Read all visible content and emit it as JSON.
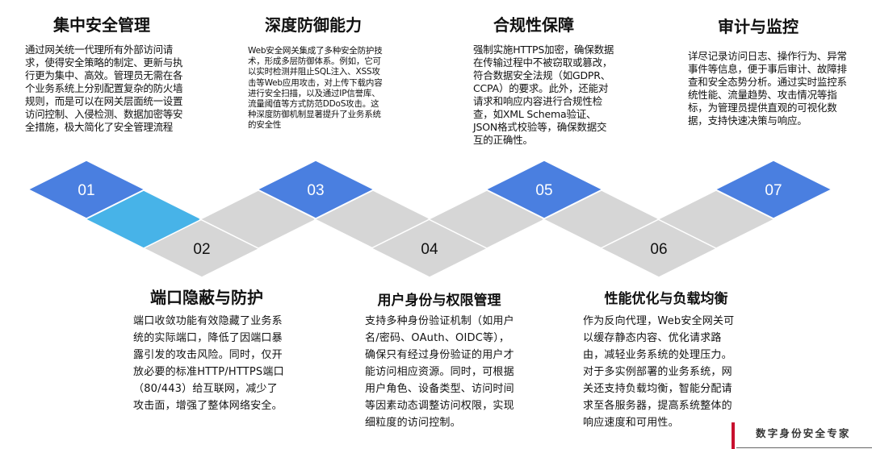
{
  "steps": [
    {
      "number": "01",
      "title": "集中安全管理",
      "description": "通过网关统一代理所有外部访问请求，使得安全策略的制定、更新与执行更为集中、高效。管理员无需在各个业务系统上分别配置复杂的防火墙规则，而是可以在网关层面统一设置访问控制、入侵检测、数据加密等安全措施，极大简化了安全管理流程"
    },
    {
      "number": "02",
      "title": "端口隐蔽与防护",
      "description": "端口收敛功能有效隐藏了业务系统的实际端口，降低了因端口暴露引发的攻击风险。同时，仅开放必要的标准HTTP/HTTPS端口（80/443）给互联网，减少了攻击面，增强了整体网络安全。"
    },
    {
      "number": "03",
      "title": "深度防御能力",
      "description": "Web安全网关集成了多种安全防护技术，形成多层防御体系。例如，它可以实时检测并阻止SQL注入、XSS攻击等Web应用攻击，对上传下载内容进行安全扫描，以及通过IP信誉库、流量阈值等方式防范DDoS攻击。这种深度防御机制显著提升了业务系统的安全性"
    },
    {
      "number": "04",
      "title": "用户身份与权限管理",
      "description": "支持多种身份验证机制（如用户名/密码、OAuth、OIDC等），确保只有经过身份验证的用户才能访问相应资源。同时，可根据用户角色、设备类型、访问时间等因素动态调整访问权限，实现细粒度的访问控制。"
    },
    {
      "number": "05",
      "title": "合规性保障",
      "description": "强制实施HTTPS加密，确保数据在传输过程中不被窃取或篡改，符合数据安全法规（如GDPR、CCPA）的要求。此外，还能对请求和响应内容进行合规性检查，如XML Schema验证、JSON格式校验等，确保数据交互的正确性。"
    },
    {
      "number": "06",
      "title": "性能优化与负载均衡",
      "description": "作为反向代理，Web安全网关可以缓存静态内容、优化请求路由，减轻业务系统的处理压力。对于多实例部署的业务系统，网关还支持负载均衡，智能分配请求至各服务器，提高系统整体的响应速度和可用性。"
    },
    {
      "number": "07",
      "title": "审计与监控",
      "description": "详尽记录访问日志、操作行为、异常事件等信息，便于事后审计、故障排查和安全态势分析。通过实时监控系统性能、流量趋势、攻击情况等指标，为管理员提供直观的可视化数据，支持快速决策与响应。"
    }
  ],
  "colors": {
    "blue": "#4a7fe0",
    "cyan": "#47b3e8",
    "gray": "#d6d6d6",
    "white_text": "#ffffff",
    "dark_text": "#111111"
  },
  "watermark": "数字身份安全专家"
}
